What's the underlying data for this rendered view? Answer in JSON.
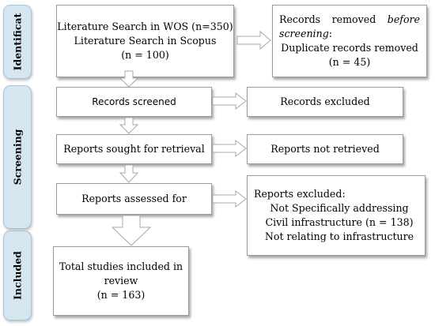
{
  "phases": {
    "identification": "Identificat",
    "screening": "Screening",
    "included": "Included"
  },
  "boxes": {
    "search": {
      "line1": "Literature Search in WOS (n=350)",
      "line2": "Literature Search in Scopus",
      "line3": "(n = 100)"
    },
    "removed": {
      "w1": "Records",
      "w2": "removed",
      "w3": "before",
      "w4": "screening",
      "w4_colon": ":",
      "line2": "Duplicate records removed",
      "line3": "(n = 45)"
    },
    "screened": {
      "line1": "Records screened"
    },
    "excluded": {
      "line1": "Records excluded"
    },
    "sought": {
      "line1": "Reports sought for retrieval"
    },
    "not_retrieved": {
      "line1": "Reports not retrieved"
    },
    "assessed": {
      "line1": "Reports assessed for"
    },
    "reports_excluded": {
      "line1": "Reports excluded:",
      "line2": "Not Specifically addressing",
      "line3": "Civil infrastructure (n = 138)",
      "line4": "Not relating to infrastructure"
    },
    "included": {
      "line1": "Total studies included in",
      "line2": "review",
      "line3": "(n = 163)"
    }
  },
  "colors": {
    "phase_fill": "#d6e6f0",
    "box_border": "#9a9a9a",
    "arrow_stroke": "#a8a8a8"
  }
}
